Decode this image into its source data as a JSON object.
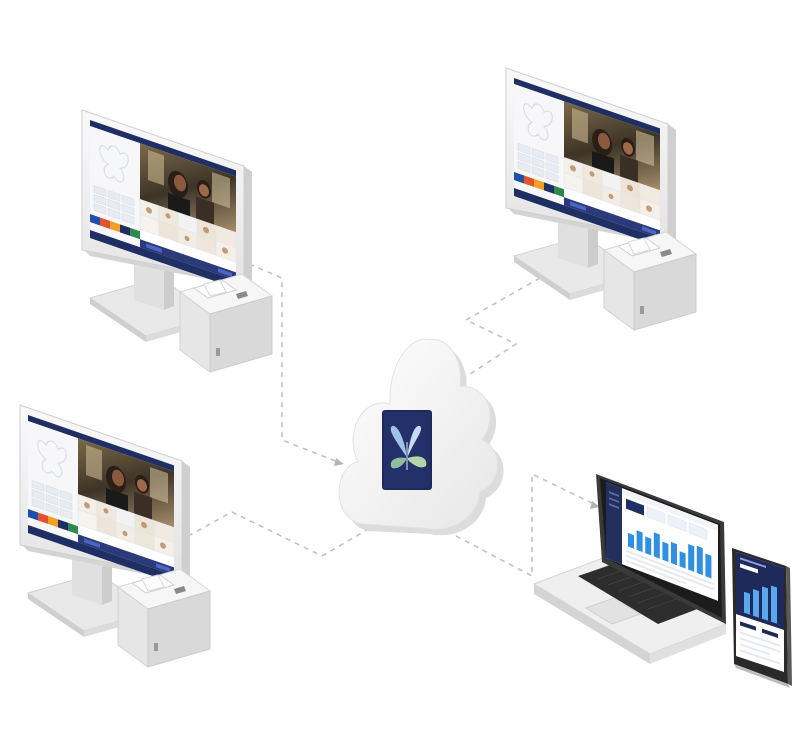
{
  "colors": {
    "brand_navy": "#1e2a5a",
    "brand_tile": "#24306a",
    "leaf_blue": "#9fc3e6",
    "leaf_green": "#8fbf9a",
    "device_white": "#f2f2f2",
    "device_shadow": "#d6d6d6",
    "connector": "#bdbdbd",
    "dashboard_bar": "#2f8fe0"
  },
  "icons": {
    "cloud": "cloud-icon",
    "brand_logo": "butterfly-logo-icon",
    "arrow": "arrow-head-icon"
  },
  "nodes": [
    {
      "id": "pos-terminal-1",
      "kind": "pos-terminal-with-receipt-printer"
    },
    {
      "id": "pos-terminal-2",
      "kind": "pos-terminal-with-receipt-printer"
    },
    {
      "id": "pos-terminal-3",
      "kind": "pos-terminal-with-receipt-printer"
    },
    {
      "id": "cloud",
      "kind": "cloud-with-brand-logo"
    },
    {
      "id": "reporting-devices",
      "kind": "laptop-and-phone-dashboard"
    }
  ],
  "edges": [
    {
      "from": "pos-terminal-1",
      "to": "cloud"
    },
    {
      "from": "pos-terminal-2",
      "to": "cloud"
    },
    {
      "from": "pos-terminal-3",
      "to": "cloud"
    },
    {
      "from": "cloud",
      "to": "reporting-devices"
    }
  ],
  "dashboard": {
    "bar_levels": [
      0.45,
      0.65,
      0.55,
      0.8,
      0.6,
      0.7,
      0.5,
      0.85,
      0.9,
      0.75
    ],
    "phone_bar_levels": [
      0.55,
      0.7,
      0.85,
      0.95
    ]
  }
}
